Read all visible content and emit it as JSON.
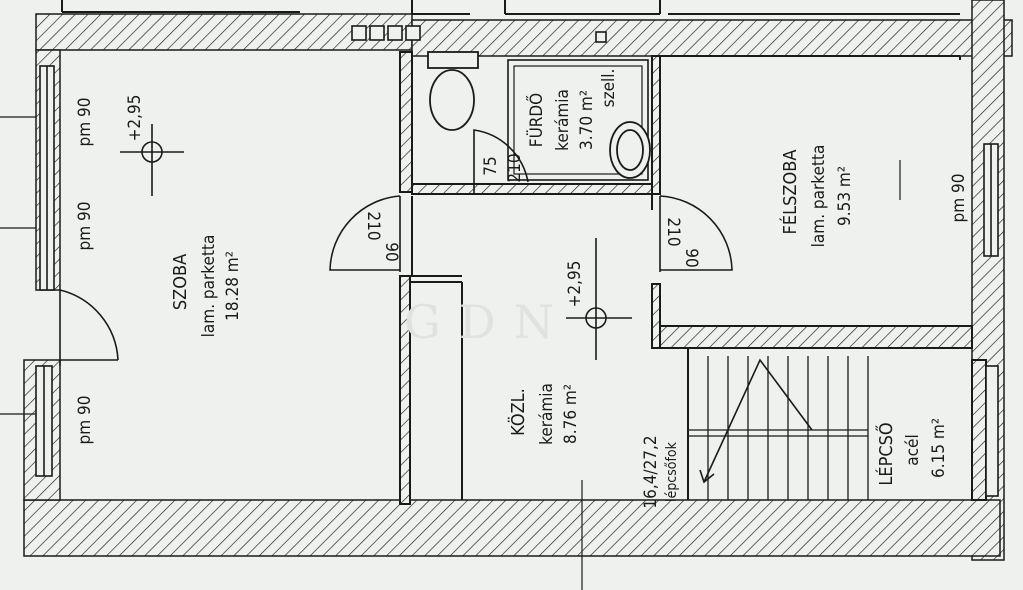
{
  "watermark": "GDN",
  "rooms": {
    "szoba": {
      "name": "SZOBA",
      "floor": "lam. parketta",
      "area": "18.28 m²"
    },
    "furdo": {
      "name": "FÜRDŐ",
      "floor": "kerámia",
      "area": "3.70 m²",
      "extra": "szell."
    },
    "felszoba": {
      "name": "FÉLSZOBA",
      "floor": "lam. parketta",
      "area": "9.53 m²"
    },
    "kozl": {
      "name": "KÖZL.",
      "floor": "kerámia",
      "area": "8.76 m²"
    },
    "lepcso": {
      "name": "LÉPCSŐ",
      "floor": "acél",
      "area": "6.15 m²"
    }
  },
  "levels": {
    "szoba": "+2,95",
    "kozl": "+2,95"
  },
  "openings": {
    "pm1": "pm 90",
    "pm2": "pm 90",
    "pm3": "pm 90",
    "pm4": "pm 90",
    "door_left_w": "90",
    "door_left_h": "210",
    "door_right_w": "90",
    "door_right_h": "210",
    "door_bath_w": "75",
    "door_bath_h": "210"
  },
  "stair_note": {
    "line1": "16,4/27,2",
    "line2": "lépcsőfok"
  },
  "colors": {
    "ink": "#1a1a1a",
    "paper": "#eef1ee"
  }
}
